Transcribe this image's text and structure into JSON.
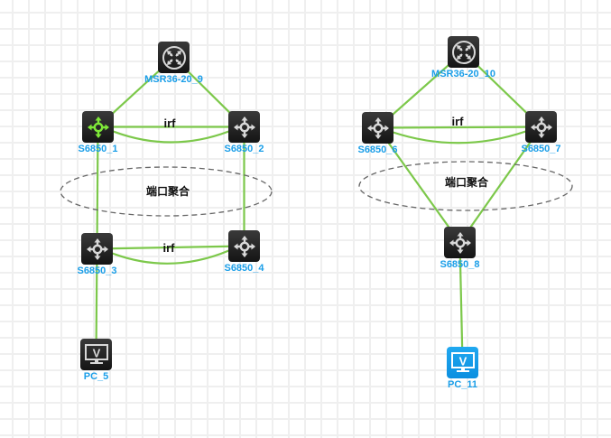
{
  "colors": {
    "link": "#7cc84a",
    "label": "#1a9ee8",
    "icon_selected": "#7ee838",
    "icon_default": "#d8d8d8",
    "pc_blue": "#1a9ee8",
    "ellipse_stroke": "#666666"
  },
  "nodes": [
    {
      "id": "msr9",
      "label": "MSR36-20_9",
      "type": "router",
      "icon": "router-icon",
      "selected": false
    },
    {
      "id": "s1",
      "label": "S6850_1",
      "type": "switch",
      "icon": "switch-icon",
      "selected": true
    },
    {
      "id": "s2",
      "label": "S6850_2",
      "type": "switch",
      "icon": "switch-icon",
      "selected": false
    },
    {
      "id": "s3",
      "label": "S6850_3",
      "type": "switch",
      "icon": "switch-icon",
      "selected": false
    },
    {
      "id": "s4",
      "label": "S6850_4",
      "type": "switch",
      "icon": "switch-icon",
      "selected": false
    },
    {
      "id": "pc5",
      "label": "PC_5",
      "type": "pc",
      "icon": "pc-icon",
      "selected": false
    },
    {
      "id": "msr10",
      "label": "MSR36-20_10",
      "type": "router",
      "icon": "router-icon",
      "selected": false
    },
    {
      "id": "s6",
      "label": "S6850_6",
      "type": "switch",
      "icon": "switch-icon",
      "selected": false
    },
    {
      "id": "s7",
      "label": "S6850_7",
      "type": "switch",
      "icon": "switch-icon",
      "selected": false
    },
    {
      "id": "s8",
      "label": "S6850_8",
      "type": "switch",
      "icon": "switch-icon",
      "selected": false
    },
    {
      "id": "pc11",
      "label": "PC_11",
      "type": "pc",
      "icon": "pc-icon",
      "selected": false,
      "active": true
    }
  ],
  "links": [
    {
      "from": "msr9",
      "to": "s1"
    },
    {
      "from": "msr9",
      "to": "s2"
    },
    {
      "from": "s1",
      "to": "s2",
      "label": "irf"
    },
    {
      "from": "s1",
      "to": "s2",
      "curved": true
    },
    {
      "from": "s1",
      "to": "s3"
    },
    {
      "from": "s2",
      "to": "s4"
    },
    {
      "from": "s3",
      "to": "s4",
      "label": "irf"
    },
    {
      "from": "s3",
      "to": "s4",
      "curved": true
    },
    {
      "from": "s3",
      "to": "pc5"
    },
    {
      "from": "msr10",
      "to": "s6"
    },
    {
      "from": "msr10",
      "to": "s7"
    },
    {
      "from": "s6",
      "to": "s7",
      "label": "irf"
    },
    {
      "from": "s6",
      "to": "s7",
      "curved": true
    },
    {
      "from": "s6",
      "to": "s8"
    },
    {
      "from": "s7",
      "to": "s8"
    },
    {
      "from": "s8",
      "to": "pc11"
    }
  ],
  "annotations": [
    {
      "id": "agg-left",
      "label": "端口聚合"
    },
    {
      "id": "agg-right",
      "label": "端口聚合"
    }
  ],
  "link_labels": {
    "irf_top_left": "irf",
    "irf_bottom_left": "irf",
    "irf_top_right": "irf"
  }
}
